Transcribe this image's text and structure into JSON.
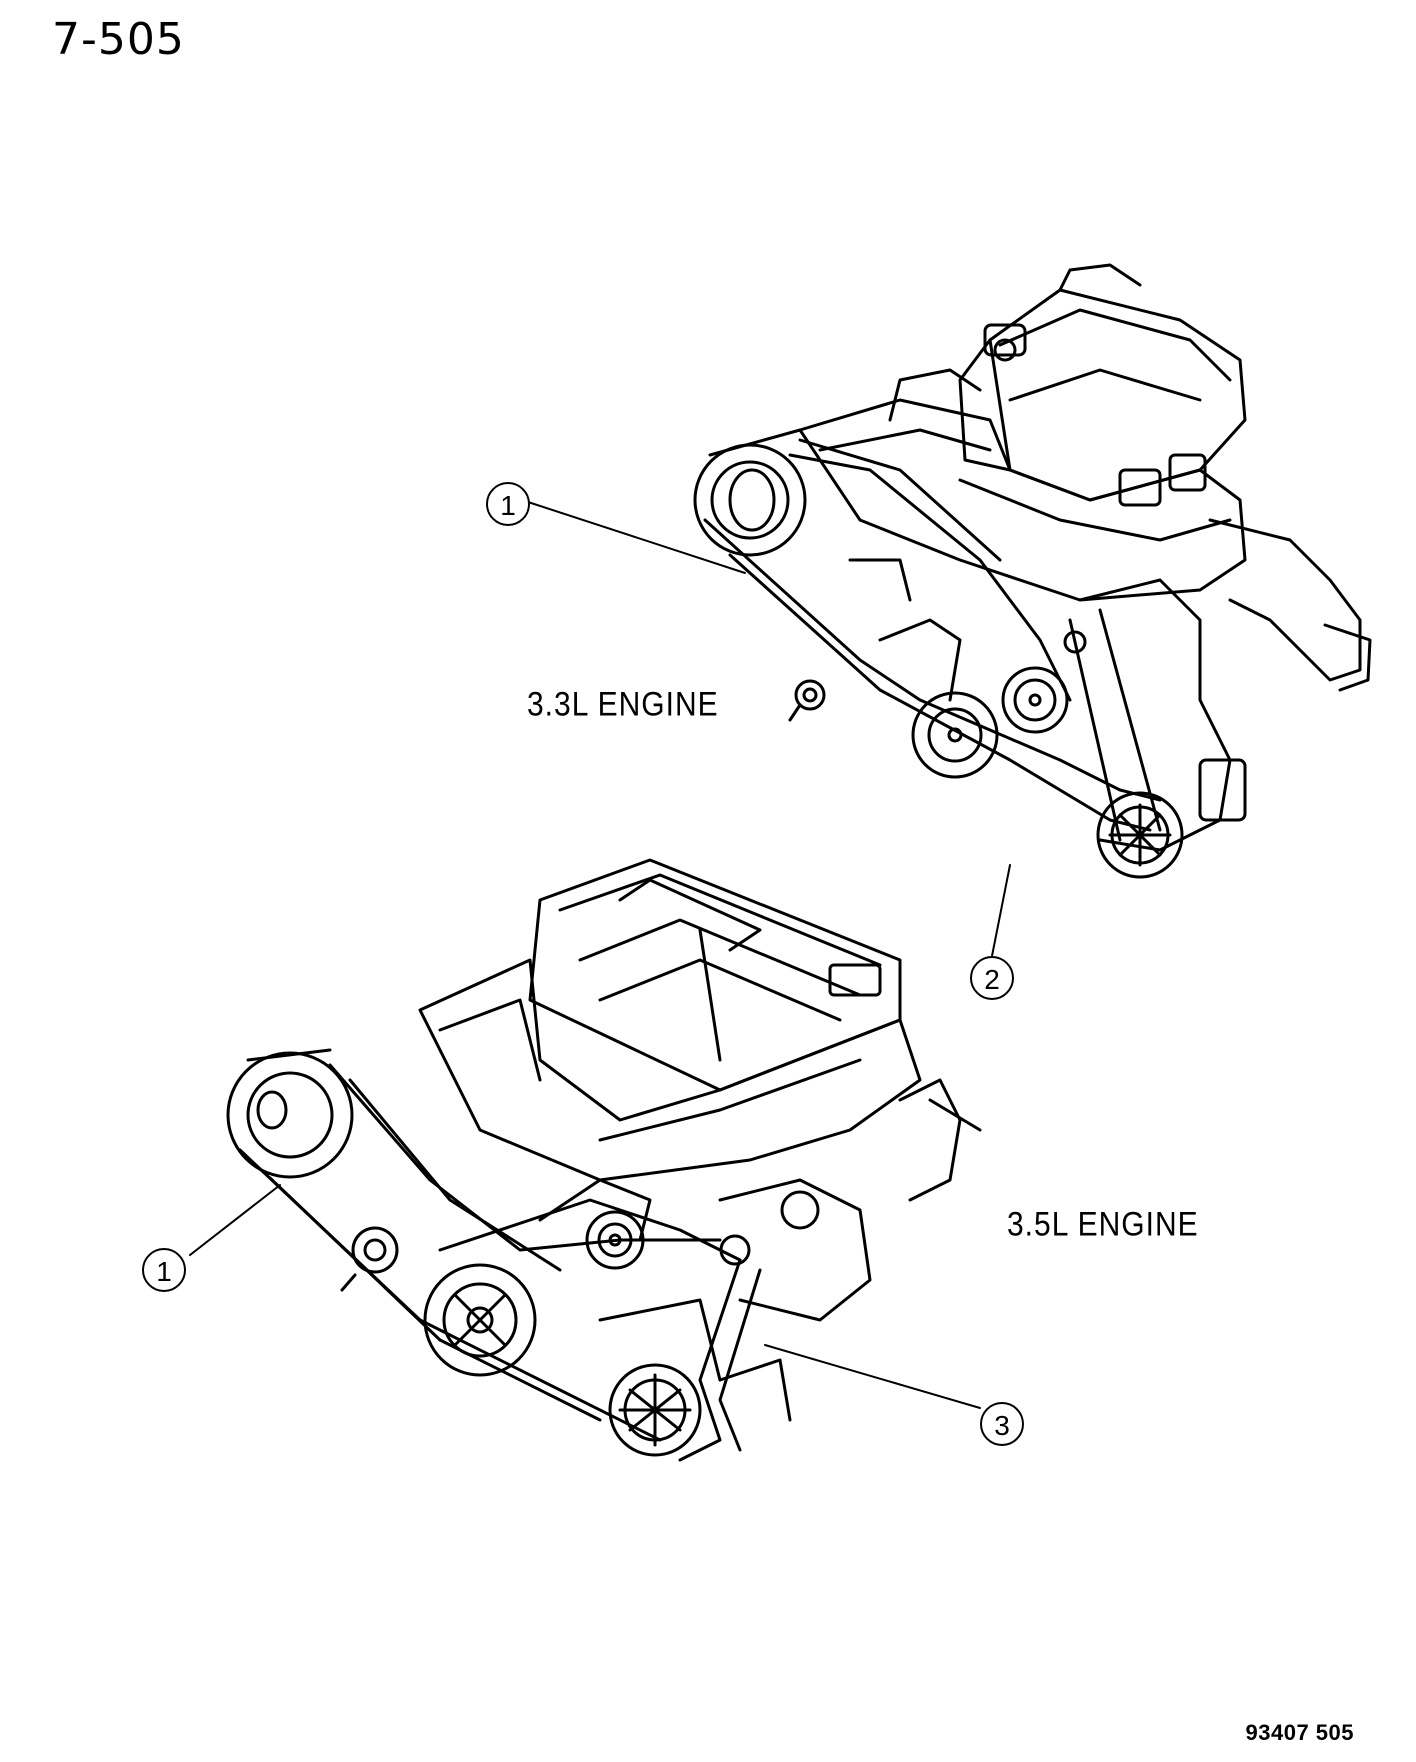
{
  "page_id": "7-505",
  "engines": {
    "upper_label": "3.3L ENGINE",
    "lower_label": "3.5L ENGINE"
  },
  "callouts": [
    {
      "id": "callout-1-upper",
      "number": "1"
    },
    {
      "id": "callout-2",
      "number": "2"
    },
    {
      "id": "callout-1-lower",
      "number": "1"
    },
    {
      "id": "callout-3",
      "number": "3"
    }
  ],
  "doc_code": "93407 505",
  "colors": {
    "ink": "#000000",
    "paper": "#ffffff"
  }
}
